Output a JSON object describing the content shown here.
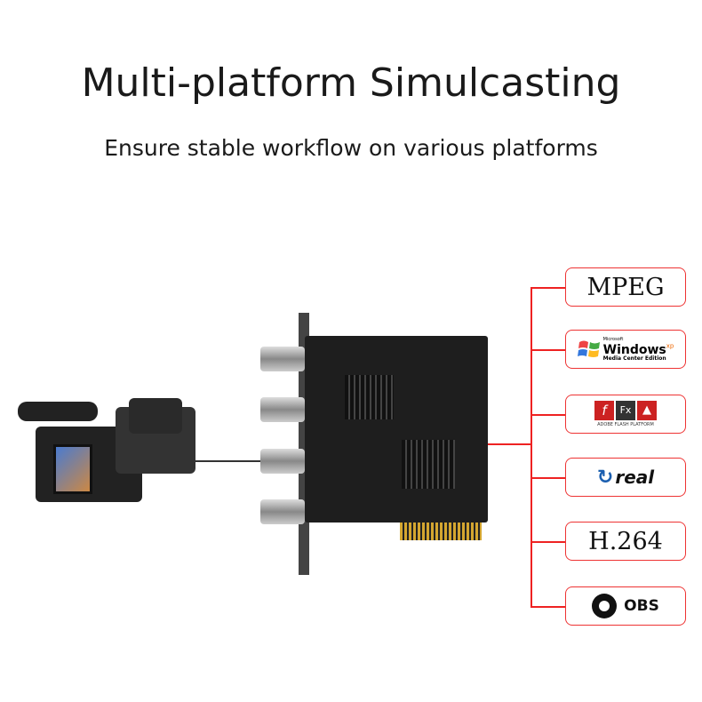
{
  "header": {
    "title": "Multi-platform Simulcasting",
    "subtitle": "Ensure stable workflow on various platforms"
  },
  "platforms": [
    {
      "name": "MPEG",
      "icon": "mpeg-text-logo"
    },
    {
      "name": "Windows XP Media Center Edition",
      "brand_small": "Microsoft",
      "brand": "Windows",
      "xp": "xp",
      "edition": "Media Center Edition",
      "icon": "windows-logo"
    },
    {
      "name": "Adobe Flash Platform",
      "f": "f",
      "fx": "Fx",
      "caption": "ADOBE FLASH PLATFORM",
      "icon": "adobe-flash-logo"
    },
    {
      "name": "real",
      "icon": "realplayer-logo"
    },
    {
      "name": "H.264",
      "icon": "h264-text-logo"
    },
    {
      "name": "OBS",
      "icon": "obs-logo"
    }
  ],
  "colors": {
    "accent": "#e22222"
  }
}
